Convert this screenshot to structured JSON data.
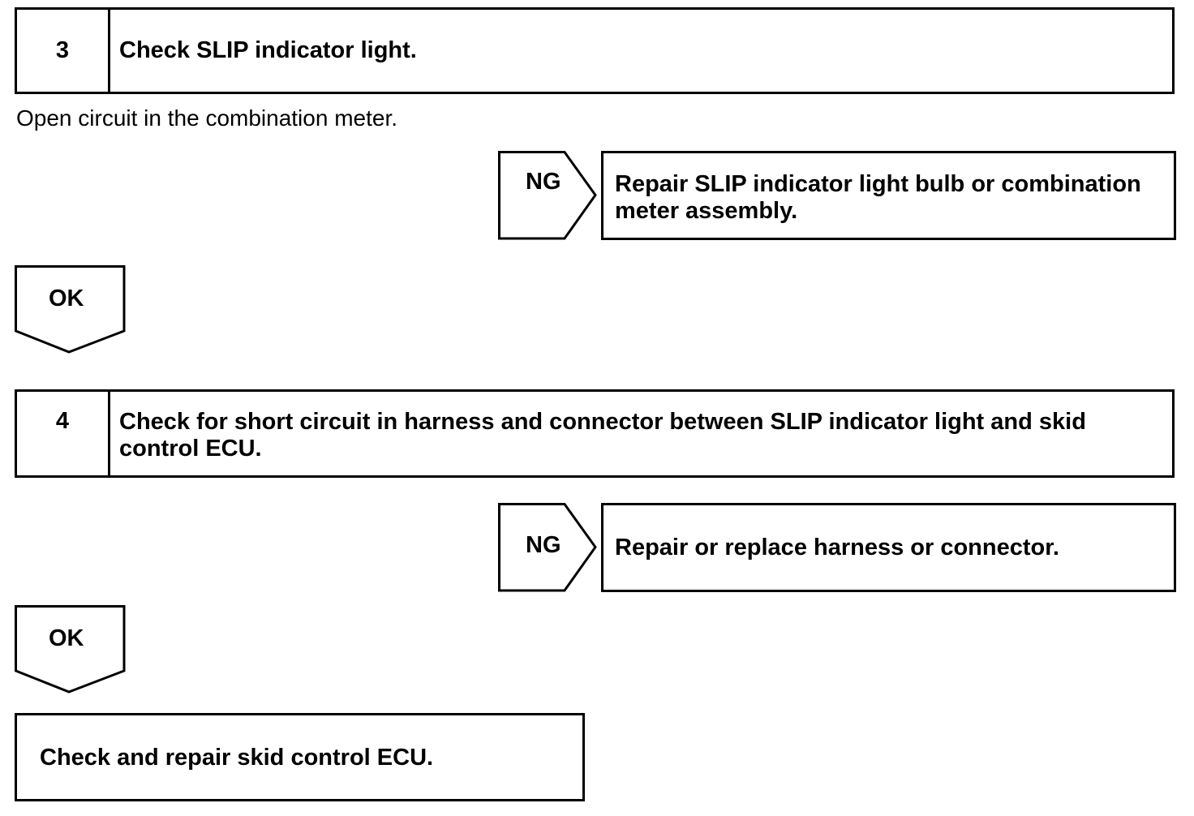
{
  "step3": {
    "number": "3",
    "title": "Check SLIP indicator light."
  },
  "note": "Open circuit in the combination meter.",
  "ng1": {
    "label": "NG",
    "result": "Repair SLIP indicator light bulb or combination meter assembly."
  },
  "ok1": {
    "label": "OK"
  },
  "step4": {
    "number": "4",
    "title": "Check for short circuit in harness and connector between SLIP indicator light and skid control ECU."
  },
  "ng2": {
    "label": "NG",
    "result": "Repair or replace harness or connector."
  },
  "ok2": {
    "label": "OK"
  },
  "final": {
    "text": "Check and repair skid control ECU."
  }
}
